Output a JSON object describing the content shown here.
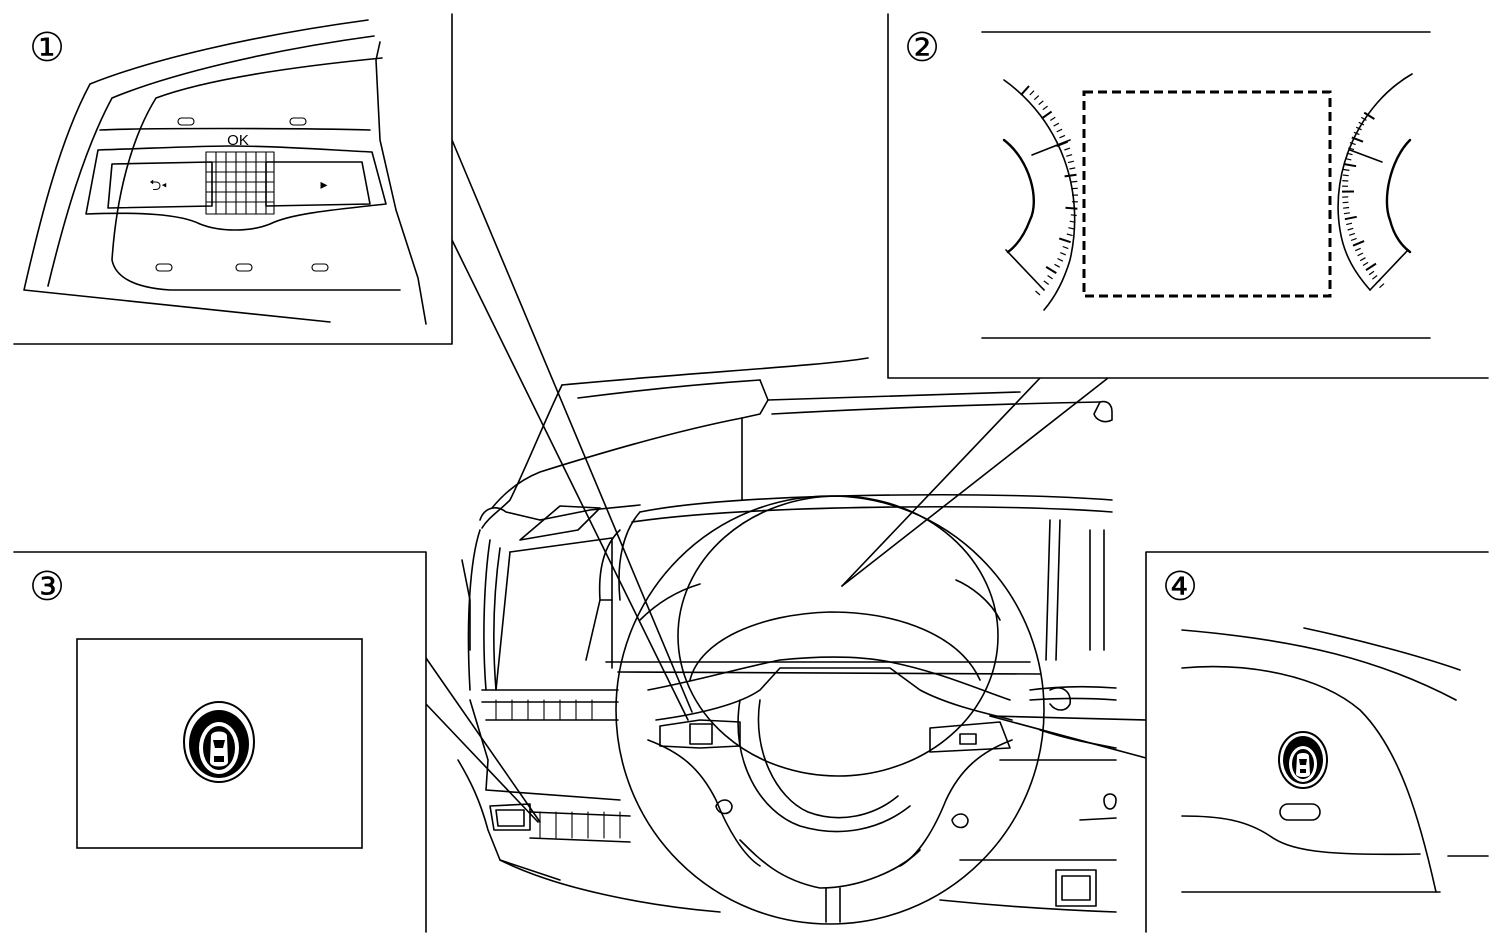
{
  "callouts": [
    {
      "number": "1",
      "glyph": "①"
    },
    {
      "number": "2",
      "glyph": "②"
    },
    {
      "number": "3",
      "glyph": "③"
    },
    {
      "number": "4",
      "glyph": "④"
    }
  ],
  "panel1": {
    "ok_label": "OK",
    "back_left_label": "⮌◂",
    "right_arrow_label": "▸"
  },
  "icons": {
    "panel1": [
      "steering-wheel-switch-pad-icon",
      "back-arrow-icon",
      "left-arrow-icon",
      "right-arrow-icon"
    ],
    "panel2": [
      "instrument-cluster-display-icon"
    ],
    "panel3": [
      "park-assist-button-icon",
      "car-top-view-icon"
    ],
    "panel4": [
      "park-assist-button-icon",
      "car-top-view-icon"
    ]
  },
  "colors": {
    "line": "#000000",
    "background": "#ffffff"
  }
}
